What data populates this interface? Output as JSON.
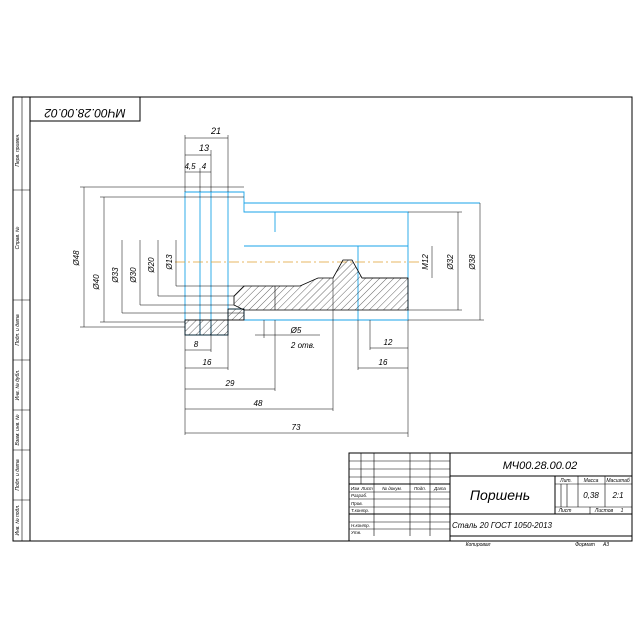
{
  "drawing": {
    "designation": "МЧ00.28.00.02",
    "designation_rotated": "МЧ00.28.00.02",
    "part_name": "Поршень",
    "material": "Сталь 20 ГОСТ 1050-2013",
    "mass": "0,38",
    "scale": "2:1",
    "sheet_label": "Лист",
    "sheets_label": "Листов",
    "sheets_count": "1",
    "copied_label": "Копировал",
    "format_label": "Формат",
    "format_value": "А3"
  },
  "title_block": {
    "head_lit": "Лит.",
    "head_mass": "Масса",
    "head_scale": "Масштаб",
    "col_izm": "Изм",
    "col_list": "Лист",
    "col_docnum": "№ докум.",
    "col_sign": "Подп.",
    "col_date": "Дата",
    "row_razrab": "Разраб.",
    "row_prov": "Пров.",
    "row_tkontr": "Т.контр.",
    "row_nkontr": "Н.контр.",
    "row_utv": "Утв."
  },
  "side_strip": {
    "perv_primen": "Перв. примен.",
    "sprav_num": "Справ. №",
    "podp_data_1": "Подп. и дата",
    "inv_dubl": "Инв. № дубл.",
    "vzam_inv": "Взам. инв. №",
    "podp_data_2": "Подп. и дата",
    "inv_podl": "Инв. № подл."
  },
  "dimensions": {
    "d_21": "21",
    "d_13": "13",
    "d_4_5": "4,5",
    "d_4": "4",
    "d_phi48": "Ø48",
    "d_phi40": "Ø40",
    "d_phi33": "Ø33",
    "d_phi30": "Ø30",
    "d_phi20": "Ø20",
    "d_phi13": "Ø13",
    "d_m12": "М12",
    "d_phi32": "Ø32",
    "d_phi38": "Ø38",
    "d_phi5": "Ø5",
    "d_2otv": "2 отв.",
    "d_8": "8",
    "d_16a": "16",
    "d_29": "29",
    "d_48": "48",
    "d_73": "73",
    "d_12": "12",
    "d_16b": "16"
  }
}
